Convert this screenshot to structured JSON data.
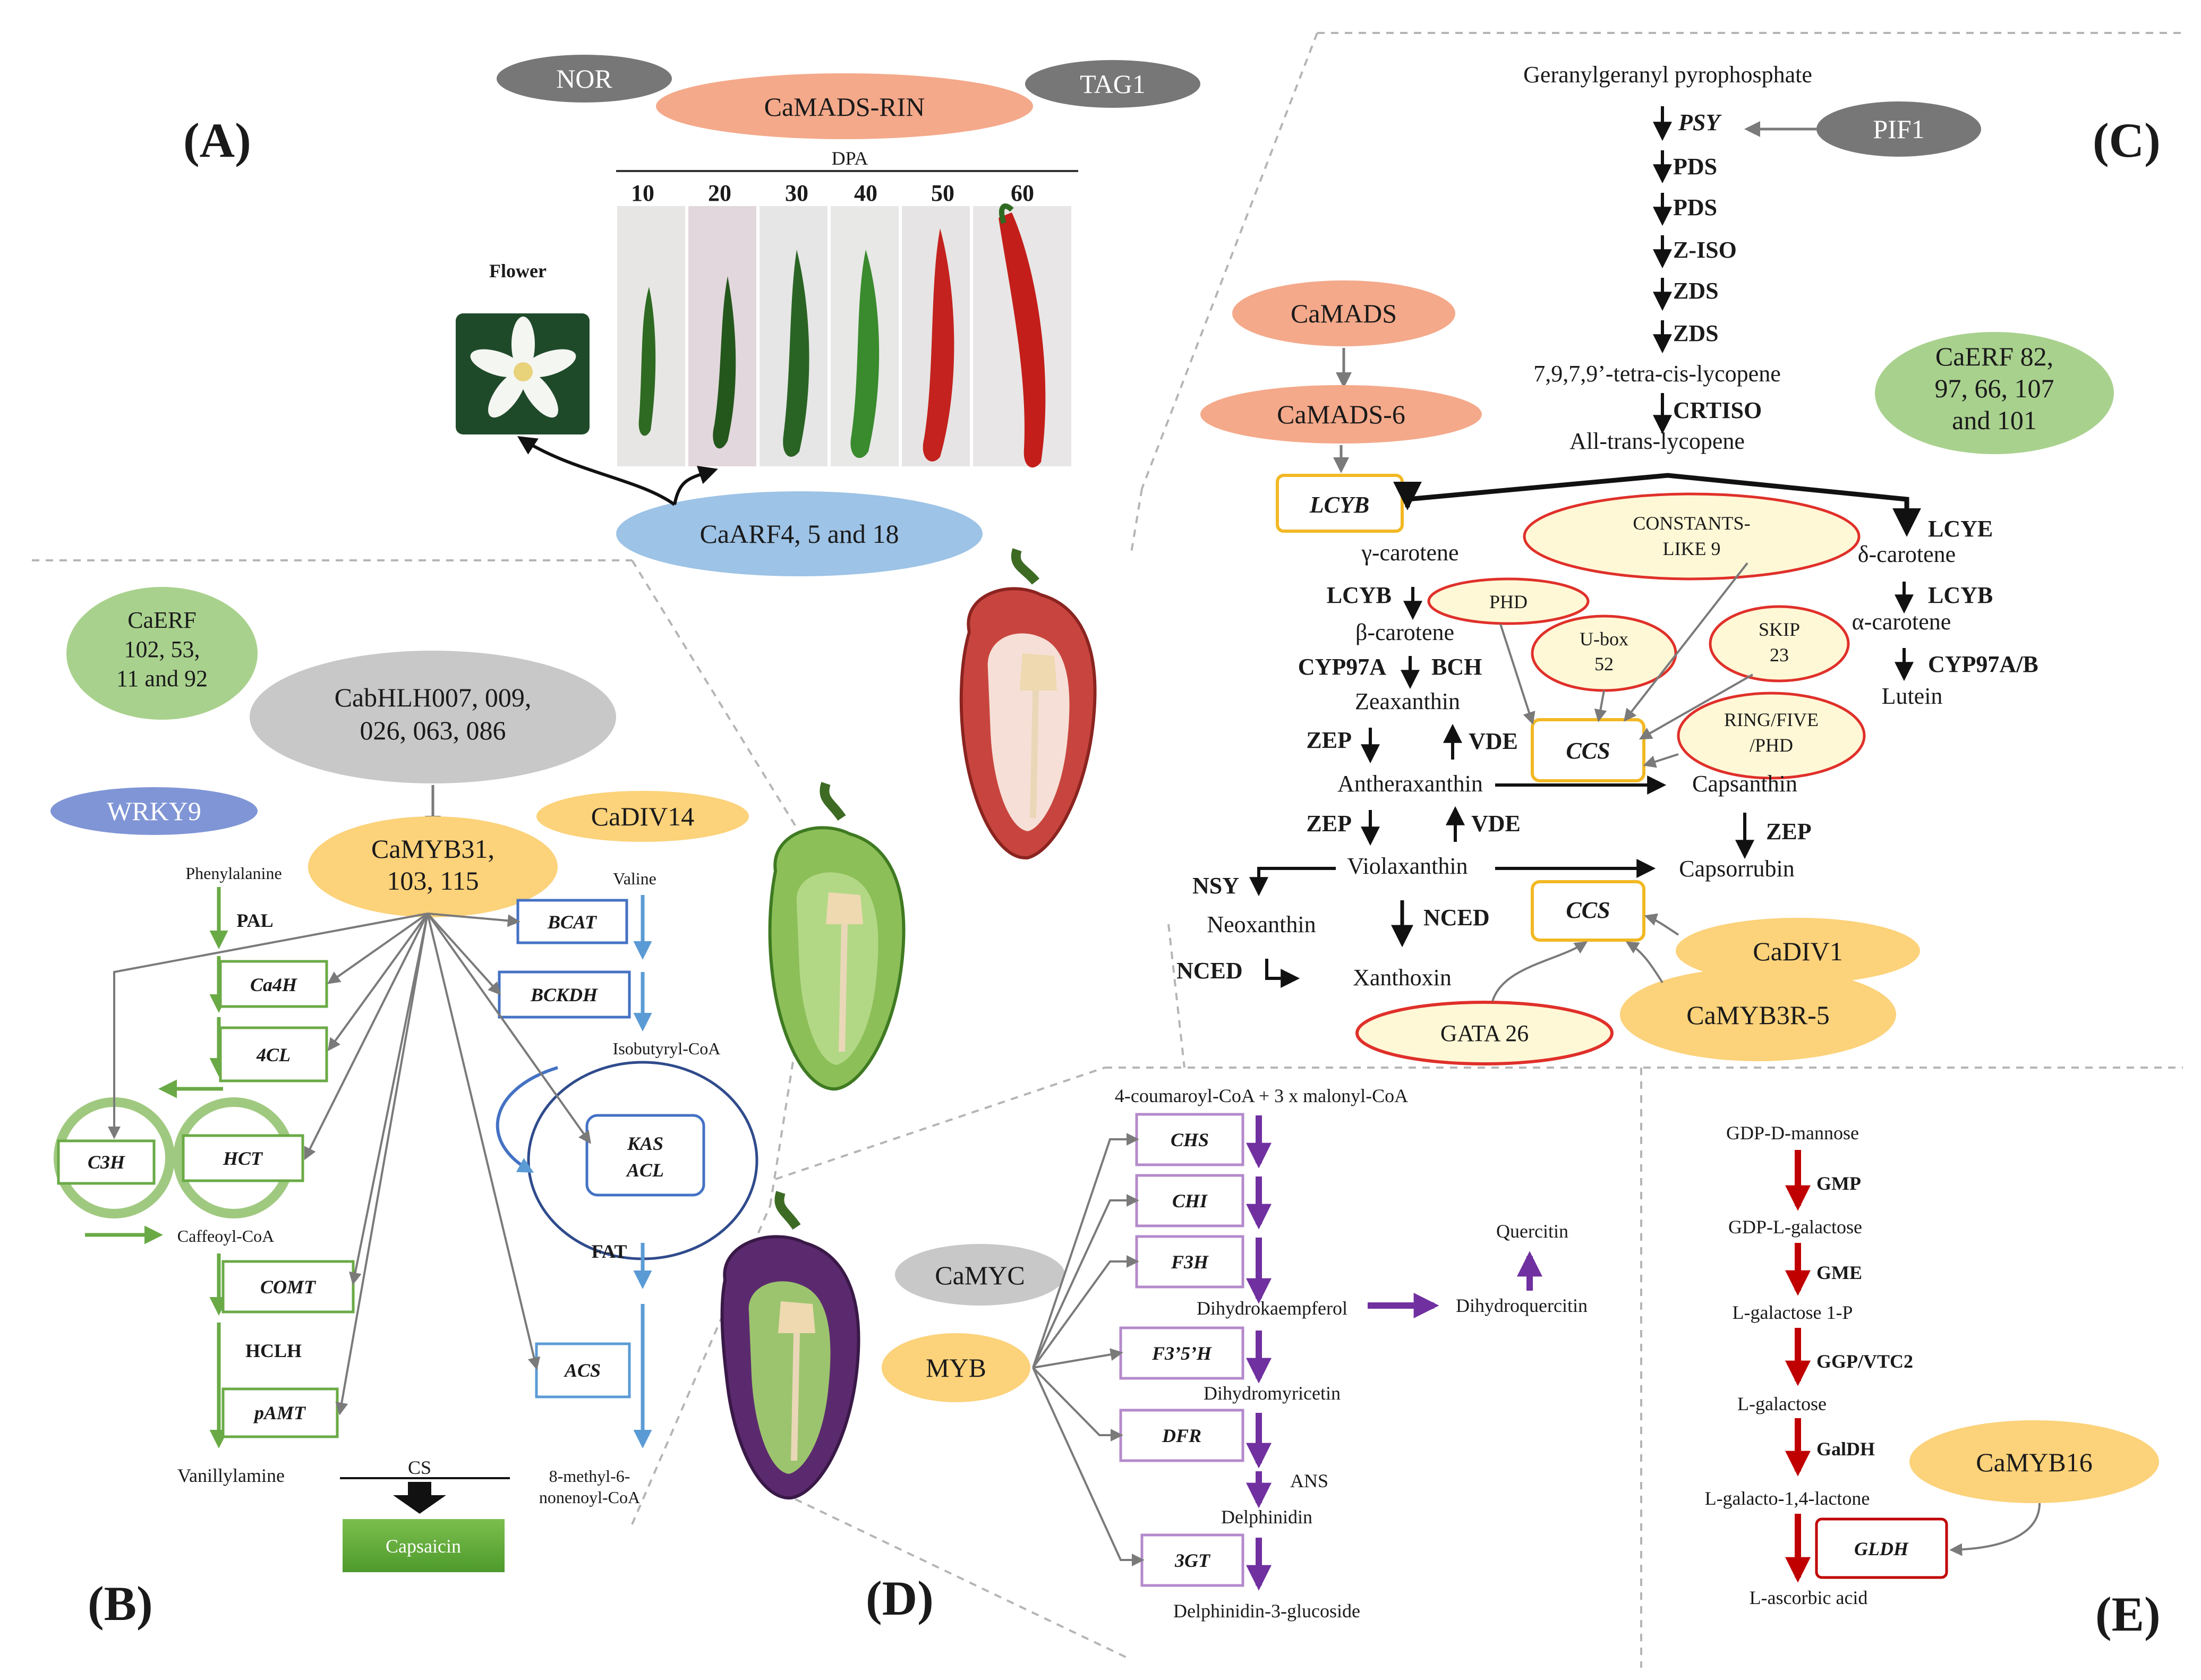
{
  "panels": {
    "a": "(A)",
    "b": "(B)",
    "c": "(C)",
    "d": "(D)",
    "e": "(E)"
  },
  "colors": {
    "salmon": "#f4a98a",
    "grey": "#c8c8c8",
    "dark_grey": "#7d7d7d",
    "green": "#a9d18e",
    "blue": "#9dc3e6",
    "orange": "#fcd27a",
    "yellow_box": "#fff8d6",
    "red_outline": "#e0302a",
    "yellow_outline": "#f2b824",
    "purple": "#7030a0",
    "red_arrow": "#c00000",
    "green_arrow": "#6aaa46",
    "blue_arrow": "#5b9bd5"
  },
  "panel_a": {
    "nor": "NOR",
    "camads_rin": "CaMADS-RIN",
    "tag1": "TAG1",
    "dpa": "DPA",
    "days": [
      "10",
      "20",
      "30",
      "40",
      "50",
      "60"
    ],
    "flower": "Flower",
    "caarf": "CaARF4, 5 and 18"
  },
  "panel_b": {
    "caerf_lines": [
      "CaERF",
      "102, 53,",
      "11 and 92"
    ],
    "cabhlh_lines": [
      "CabHLH007, 009,",
      "026, 063, 086"
    ],
    "wrky9": "WRKY9",
    "cadiv14": "CaDIV14",
    "camyb_lines": [
      "CaMYB31,",
      "103, 115"
    ],
    "phenylalanine": "Phenylalanine",
    "pal": "PAL",
    "ca4h": "Ca4H",
    "fourcl": "4CL",
    "c3h": "C3H",
    "hct": "HCT",
    "caffeoyl": "Caffeoyl-CoA",
    "comt": "COMT",
    "hclh": "HCLH",
    "pamt": "pAMT",
    "vanillylamine": "Vanillylamine",
    "cs": "CS",
    "capsaicin": "Capsaicin",
    "valine": "Valine",
    "bcat": "BCAT",
    "bckdh": "BCKDH",
    "isobutyryl": "Isobutyryl-CoA",
    "kas": "KAS",
    "acl": "ACL",
    "fat": "FAT",
    "acs": "ACS",
    "methyl_lines": [
      "8-methyl-6-",
      "nonenoyl-CoA"
    ]
  },
  "panel_c": {
    "ggpp": "Geranylgeranyl pyrophosphate",
    "psy": "PSY",
    "pif1": "PIF1",
    "pds1": "PDS",
    "pds2": "PDS",
    "ziso": "Z-ISO",
    "zds1": "ZDS",
    "zds2": "ZDS",
    "tetra": "7,9,7,9’-tetra-cis-lycopene",
    "crtiso": "CRTISO",
    "alltrans": "All-trans-lycopene",
    "camads": "CaMADS",
    "camads6": "CaMADS-6",
    "caerf_lines": [
      "CaERF 82,",
      "97, 66, 107",
      "and 101"
    ],
    "lcyb_box": "LCYB",
    "gamma": "γ-carotene",
    "lcye": "LCYE",
    "delta": "δ-carotene",
    "constants_lines": [
      "CONSTANTS-",
      "LIKE 9"
    ],
    "lcyb1": "LCYB",
    "phd": "PHD",
    "beta": "β-carotene",
    "ubox_lines": [
      "U-box",
      "52"
    ],
    "skip_lines": [
      "SKIP",
      "23"
    ],
    "lcyb2": "LCYB",
    "alpha": "α-carotene",
    "cyp97a": "CYP97A",
    "bch": "BCH",
    "cyp97ab": "CYP97A/B",
    "lutein": "Lutein",
    "zeaxanthin": "Zeaxanthin",
    "zep1": "ZEP",
    "vde1": "VDE",
    "ccs1": "CCS",
    "ring_lines": [
      "RING/FIVE",
      "/PHD"
    ],
    "antheraxanthin": "Antheraxanthin",
    "capsanthin": "Capsanthin",
    "zep2": "ZEP",
    "vde2": "VDE",
    "zep3": "ZEP",
    "violaxanthin": "Violaxanthin",
    "capsorrubin": "Capsorrubin",
    "nsy": "NSY",
    "neoxanthin": "Neoxanthin",
    "nced1": "NCED",
    "ccs2": "CCS",
    "nced2": "NCED",
    "xanthoxin": "Xanthoxin",
    "cadiv1": "CaDIV1",
    "gata26": "GATA 26",
    "camyb3r5": "CaMYB3R-5"
  },
  "panel_d": {
    "substrate": "4-coumaroyl-CoA + 3 x malonyl-CoA",
    "chs": "CHS",
    "chi": "CHI",
    "f3h": "F3H",
    "f35h": "F3’5’H",
    "dfr": "DFR",
    "threegt": "3GT",
    "camyc": "CaMYC",
    "myb": "MYB",
    "quercitin": "Quercitin",
    "dihydrokaempferol": "Dihydrokaempferol",
    "dihydroquercitin": "Dihydroquercitin",
    "dihydromyricetin": "Dihydromyricetin",
    "ans": "ANS",
    "delphinidin": "Delphinidin",
    "delphinidin3g": "Delphinidin-3-glucoside"
  },
  "panel_e": {
    "gdp_mannose": "GDP-D-mannose",
    "gmp": "GMP",
    "gdp_galactose": "GDP-L-galactose",
    "gme": "GME",
    "galactose1p": "L-galactose 1-P",
    "ggp": "GGP/VTC2",
    "lgalactose": "L-galactose",
    "galdh": "GalDH",
    "lactone": "L-galacto-1,4-lactone",
    "camyb16": "CaMYB16",
    "gldh": "GLDH",
    "ascorbic": "L-ascorbic acid"
  }
}
